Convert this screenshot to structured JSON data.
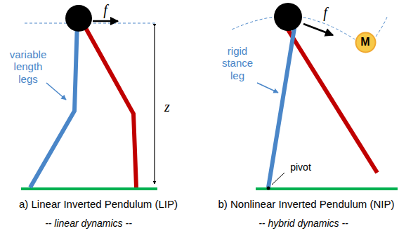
{
  "diagram": {
    "nodes": [
      {
        "text": [
          "M"
        ]
      }
    ],
    "labels": [
      "f",
      "variable length legs",
      "z",
      "a) Linear Inverted Pendulum (LIP)",
      "-- linear dynamics --",
      "f",
      "rigid stance leg",
      "pivot",
      "b) Nonlinear Inverted Pendulum (NIP)",
      "-- hybrid dynamics --"
    ]
  }
}
